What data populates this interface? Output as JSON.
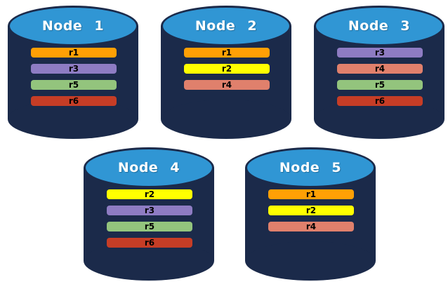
{
  "diagram": {
    "description": "Database nodes with replica bars",
    "colors": {
      "cylinder_body": "#1B2A4A",
      "cylinder_top": "#3096D4",
      "title_text": "#FFFFFF",
      "bar_text": "#000000",
      "replica_colors": {
        "r1": "#FFA005",
        "r2": "#FFFF00",
        "r3": "#8E7CC3",
        "r4": "#E0806C",
        "r5": "#93C47D",
        "r6": "#C63D26"
      }
    },
    "nodes": [
      {
        "label": "Node 1",
        "replicas": [
          "r1",
          "r3",
          "r5",
          "r6"
        ]
      },
      {
        "label": "Node 2",
        "replicas": [
          "r1",
          "r2",
          "r4"
        ]
      },
      {
        "label": "Node 3",
        "replicas": [
          "r3",
          "r4",
          "r5",
          "r6"
        ]
      },
      {
        "label": "Node 4",
        "replicas": [
          "r2",
          "r3",
          "r5",
          "r6"
        ]
      },
      {
        "label": "Node 5",
        "replicas": [
          "r1",
          "r2",
          "r4"
        ]
      }
    ],
    "layout_rows": [
      [
        0,
        1,
        2
      ],
      [
        3,
        4
      ]
    ]
  }
}
